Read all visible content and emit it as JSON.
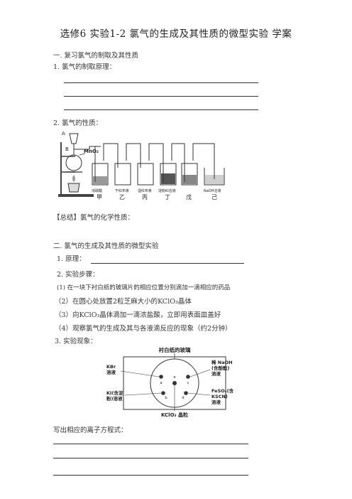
{
  "title": "选修6   实验1-2  氯气的生成及其性质的微型实验  学案",
  "section1": {
    "heading": "一. 复习氯气的制取及其性质",
    "item1": "1. 氯气的制取原理：",
    "item2": "2. 氯气的性质：",
    "apparatus": {
      "label_a": "A",
      "label_b": "B",
      "label_mno2": "MnO₂",
      "bottles": [
        "浓硫酸",
        "干红布条",
        "湿红布条",
        "淀粉KI溶液",
        "",
        "NaOH溶液"
      ],
      "letters": [
        "甲",
        "乙",
        "丙",
        "丁",
        "戊",
        "己"
      ]
    },
    "summary": "【总结】氯气的化学性质："
  },
  "section2": {
    "heading": "二. 氯气的生成及其性质的微型实验",
    "item1": "1. 原理：",
    "item2": "2. 实验步骤：",
    "step1": "(1)  在一块下衬白纸的玻璃片的相应位置分别滴加一滴相应的药品",
    "step2": "（2）在圆心处放置2粒芝麻大小的KClO₃晶体",
    "step3": "（3）向KClO₃晶体滴加一滴浓盐酸，立即用表面皿盖好",
    "step4": "（4）观察氯气的生成及其与各液滴反应的现象（约2分钟）",
    "item3": "3. 实验现象：",
    "diagram": {
      "top_label": "衬白纸的玻璃",
      "kbr1": "KBr",
      "kbr2": "溶液",
      "ki1": "KI(含淀",
      "ki2": "粉)溶液",
      "naoh1": "稀 NaOH",
      "naoh2": "(含酚酞)",
      "naoh3": "溶液",
      "feso1": "FeSO₄(含",
      "feso2": "KSCN)",
      "feso3": "溶液",
      "bottom_label": "KClO₃ 晶粒",
      "drops": [
        "e",
        "a",
        "c",
        "b",
        "d"
      ]
    },
    "ionic": "写出相应的离子方程式："
  }
}
